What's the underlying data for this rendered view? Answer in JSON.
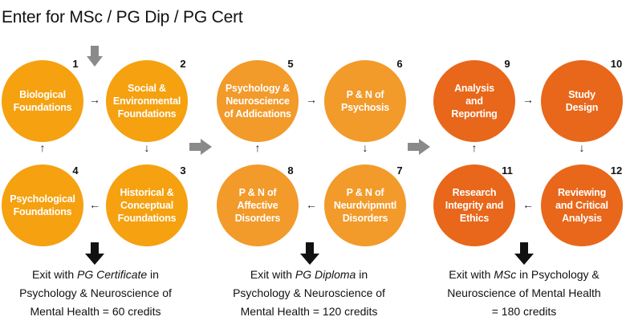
{
  "title": "Enter for MSc / PG Dip / PG Cert",
  "colors": {
    "yellow": "#f5a110",
    "orange_light": "#f29a2a",
    "orange_dark": "#e8671a",
    "gray_arrow": "#8a8a8a",
    "black_arrow": "#111111"
  },
  "modules": [
    {
      "n": "1",
      "label": "Biological\nFoundations"
    },
    {
      "n": "2",
      "label": "Social &\nEnvironmental\nFoundations"
    },
    {
      "n": "3",
      "label": "Historical &\nConceptual\nFoundations"
    },
    {
      "n": "4",
      "label": "Psychological\nFoundations"
    },
    {
      "n": "5",
      "label": "Psychology &\nNeuroscience\nof Addications"
    },
    {
      "n": "6",
      "label": "P & N of\nPsychosis"
    },
    {
      "n": "7",
      "label": "P & N of\nNeurdvipmntl\nDisorders"
    },
    {
      "n": "8",
      "label": "P & N of\nAffective\nDisorders"
    },
    {
      "n": "9",
      "label": "Analysis\nand\nReporting"
    },
    {
      "n": "10",
      "label": "Study\nDesign"
    },
    {
      "n": "11",
      "label": "Research\nIntegrity and\nEthics"
    },
    {
      "n": "12",
      "label": "Reviewing\nand Critical\nAnalysis"
    }
  ],
  "flow_arrows": {
    "right": "→",
    "left": "←",
    "up": "↑",
    "down": "↓"
  },
  "exits": [
    {
      "prefix": "Exit with ",
      "award": "PG Certificate",
      "suffix": " in",
      "line2": "Psychology & Neuroscience of",
      "line3": "Mental Health = 60 credits"
    },
    {
      "prefix": "Exit with ",
      "award": "PG Diploma",
      "suffix": " in",
      "line2": "Psychology & Neuroscience of",
      "line3": "Mental Health = 120 credits"
    },
    {
      "prefix": "Exit with ",
      "award": "MSc",
      "suffix": " in Psychology &",
      "line2": "Neuroscience of Mental Health",
      "line3": "= 180 credits"
    }
  ]
}
